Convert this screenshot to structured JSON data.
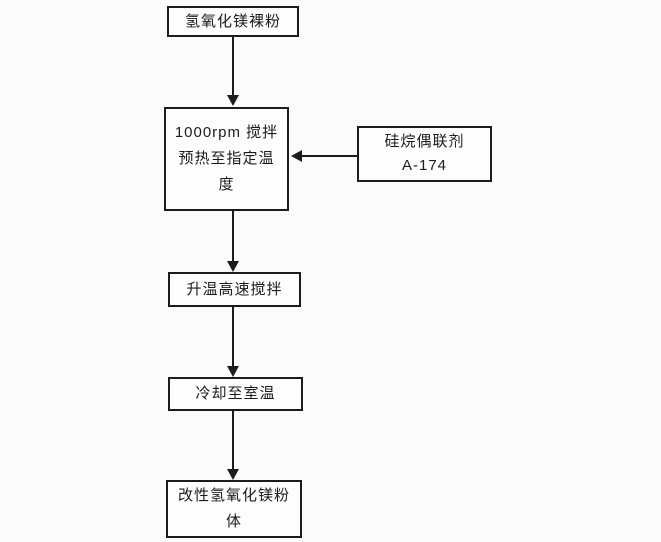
{
  "diagram": {
    "type": "flowchart",
    "background_color": "#fbfbfb",
    "line_color": "#1c1c1c",
    "nodes": {
      "raw_powder": {
        "text": "氢氧化镁裸粉",
        "lines": [
          "氢氧化镁裸粉"
        ]
      },
      "stir_preheat": {
        "text": "1000rpm 搅拌预热至指定温度",
        "lines": [
          "1000rpm 搅拌",
          "预热至指定温",
          "度"
        ]
      },
      "silane_agent": {
        "text": "硅烷偶联剂 A-174",
        "lines": [
          "硅烷偶联剂",
          "A-174"
        ]
      },
      "heat_stir": {
        "text": "升温高速搅拌",
        "lines": [
          "升温高速搅拌"
        ]
      },
      "cool_room_temp": {
        "text": "冷却至室温",
        "lines": [
          "冷却至室温"
        ]
      },
      "modified_powder": {
        "text": "改性氢氧化镁粉体",
        "lines": [
          "改性氢氧化镁粉",
          "体"
        ]
      }
    },
    "edges": [
      {
        "from": "raw_powder",
        "to": "stir_preheat",
        "arrow": "down"
      },
      {
        "from": "silane_agent",
        "to": "stir_preheat",
        "arrow": "left"
      },
      {
        "from": "stir_preheat",
        "to": "heat_stir",
        "arrow": "down"
      },
      {
        "from": "heat_stir",
        "to": "cool_room_temp",
        "arrow": "down"
      },
      {
        "from": "cool_room_temp",
        "to": "modified_powder",
        "arrow": "down"
      }
    ]
  }
}
